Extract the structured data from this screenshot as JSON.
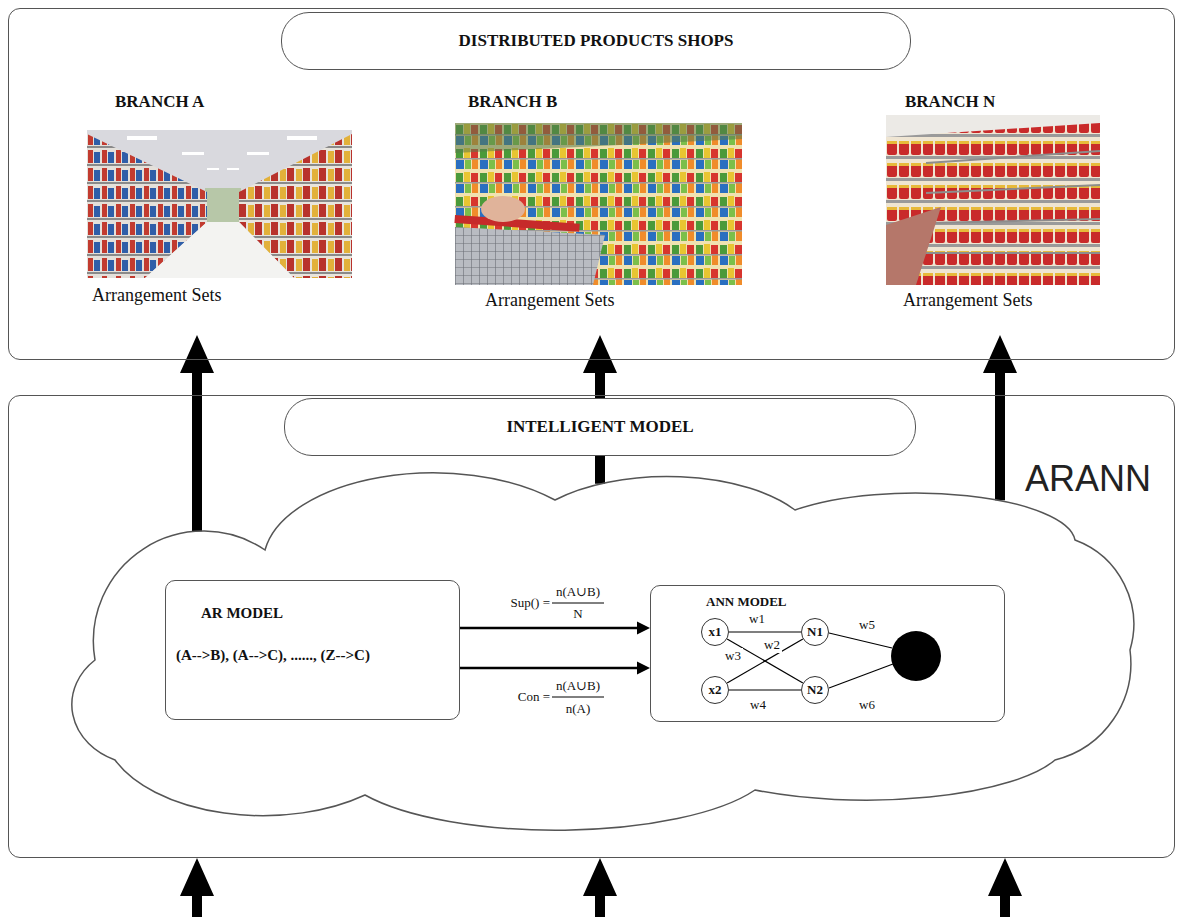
{
  "diagram": {
    "nodes": [
      {
        "text": [
          "DISTRIBUTED PRODUCTS SHOPS"
        ]
      },
      {
        "text": [
          "BRANCH A",
          "Arrangement Sets"
        ],
        "in": 0
      },
      {
        "text": [
          "BRANCH B",
          "Arrangement Sets"
        ],
        "in": 0
      },
      {
        "text": [
          "BRANCH N",
          "Arrangement Sets"
        ],
        "in": 0
      },
      {
        "text": [
          "INTELLIGENT MODEL"
        ]
      },
      {
        "text": [
          "ARANN"
        ],
        "in": 4
      },
      {
        "text": [
          "AR MODEL",
          "(A-->B), (A-->C), ......, (Z-->C)"
        ],
        "in": 5
      },
      {
        "text": [
          "ANN MODEL"
        ],
        "in": 5
      },
      {
        "text": [
          "x1"
        ],
        "in": 7
      },
      {
        "text": [
          "N1"
        ],
        "in": 7
      },
      {
        "text": [
          "x2"
        ],
        "in": 7
      },
      {
        "text": [
          "N2"
        ],
        "in": 7
      }
    ],
    "edges": [
      {
        "from": 5,
        "to": 1,
        "arrow": "to"
      },
      {
        "from": 5,
        "to": 2,
        "arrow": "to"
      },
      {
        "from": 5,
        "to": 3,
        "arrow": "to"
      },
      {
        "from": 6,
        "to": 7,
        "label": "Sup() =",
        "arrow": "to"
      },
      {
        "from": 6,
        "to": 7,
        "label": "Con =",
        "arrow": "to"
      },
      {
        "from": 8,
        "to": 9,
        "label": "w1",
        "arrow": "none"
      },
      {
        "from": 8,
        "to": 11,
        "label": "w2",
        "arrow": "none"
      },
      {
        "from": 10,
        "to": 9,
        "label": "w3",
        "arrow": "none"
      },
      {
        "from": 10,
        "to": 11,
        "label": "w4",
        "arrow": "none"
      }
    ],
    "labels": [
      "n(A∪B)",
      "N",
      "n(A∪B)",
      "n(A)",
      "w5",
      "w6"
    ]
  }
}
